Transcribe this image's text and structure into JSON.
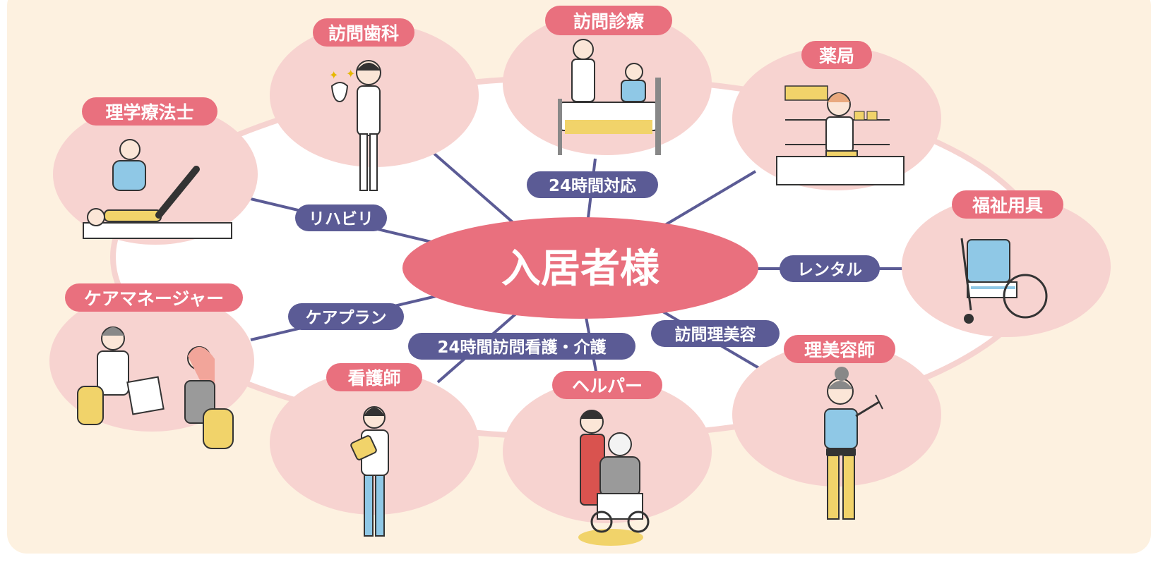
{
  "center": {
    "label": "入居者様"
  },
  "providers": [
    {
      "id": "dental",
      "label": "訪問歯科",
      "icon": "dentist-icon"
    },
    {
      "id": "doctor",
      "label": "訪問診療",
      "icon": "doctor-bed-icon"
    },
    {
      "id": "pharmacy",
      "label": "薬局",
      "icon": "pharmacist-icon"
    },
    {
      "id": "pt",
      "label": "理学療法士",
      "icon": "physical-therapist-icon"
    },
    {
      "id": "welfare",
      "label": "福祉用具",
      "icon": "wheelchair-icon"
    },
    {
      "id": "caremgr",
      "label": "ケアマネージャー",
      "icon": "care-manager-icon"
    },
    {
      "id": "nurse",
      "label": "看護師",
      "icon": "nurse-icon"
    },
    {
      "id": "helper",
      "label": "ヘルパー",
      "icon": "helper-icon"
    },
    {
      "id": "barber",
      "label": "理美容師",
      "icon": "hairdresser-icon"
    }
  ],
  "connections": [
    {
      "id": "doctor_conn",
      "label": "24時間対応"
    },
    {
      "id": "pt_conn",
      "label": "リハビリ"
    },
    {
      "id": "welfare_conn",
      "label": "レンタル"
    },
    {
      "id": "caremgr_conn",
      "label": "ケアプラン"
    },
    {
      "id": "nurse_conn",
      "label": "24時間訪問看護・介護"
    },
    {
      "id": "barber_conn",
      "label": "訪問理美容"
    }
  ],
  "colors": {
    "background": "#fdf1e0",
    "cloud": "#ffffff",
    "cloud_stroke": "#f6d3d0",
    "bubble": "#f7d3d0",
    "provider_label_bg": "#e9707e",
    "center_fill": "#e9707e",
    "connection_label_bg": "#5b5b95",
    "arrow": "#5b5b95",
    "label_text": "#ffffff",
    "yellow": "#f1d36a",
    "blue": "#8fc8e6"
  }
}
